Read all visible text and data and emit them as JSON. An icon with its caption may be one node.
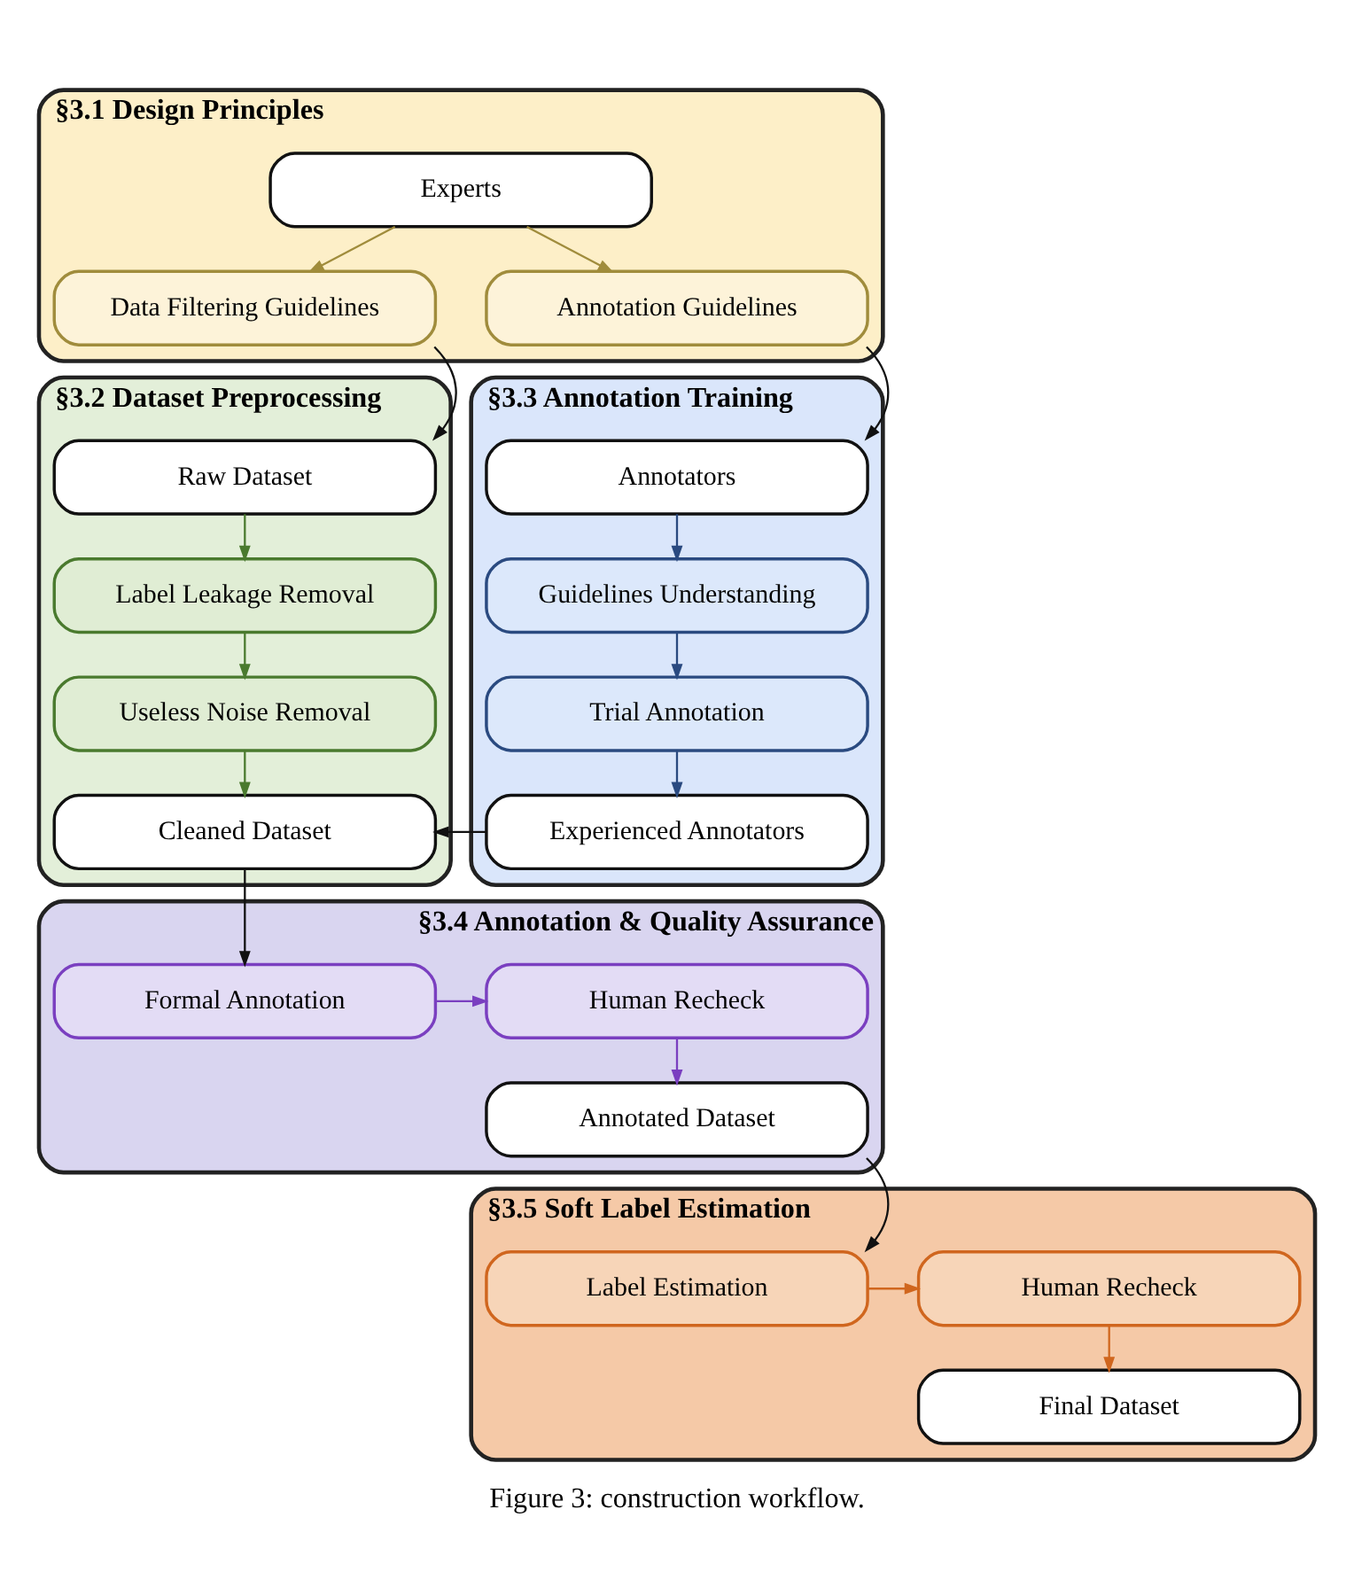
{
  "diagram": {
    "caption": "Figure 3: construction workflow.",
    "nodes": [
      {
        "text": [
          "§3.1 Design Principles"
        ]
      },
      {
        "text": [
          "Experts"
        ],
        "in": 0
      },
      {
        "text": [
          "Data Filtering Guidelines"
        ],
        "in": 0
      },
      {
        "text": [
          "Annotation Guidelines"
        ],
        "in": 0
      },
      {
        "text": [
          "§3.2 Dataset Preprocessing"
        ]
      },
      {
        "text": [
          "Raw Dataset"
        ],
        "in": 4
      },
      {
        "text": [
          "Label Leakage Removal"
        ],
        "in": 4
      },
      {
        "text": [
          "Useless Noise Removal"
        ],
        "in": 4
      },
      {
        "text": [
          "Cleaned Dataset"
        ],
        "in": 4
      },
      {
        "text": [
          "§3.3 Annotation Training"
        ]
      },
      {
        "text": [
          "Annotators"
        ],
        "in": 9
      },
      {
        "text": [
          "Guidelines Understanding"
        ],
        "in": 9
      },
      {
        "text": [
          "Trial Annotation"
        ],
        "in": 9
      },
      {
        "text": [
          "Experienced Annotators"
        ],
        "in": 9
      },
      {
        "text": [
          "§3.4 Annotation & Quality Assurance"
        ]
      },
      {
        "text": [
          "Formal Annotation"
        ],
        "in": 14
      },
      {
        "text": [
          "Human Recheck"
        ],
        "in": 14
      },
      {
        "text": [
          "Annotated Dataset"
        ],
        "in": 14
      },
      {
        "text": [
          "§3.5 Soft Label Estimation"
        ]
      },
      {
        "text": [
          "Label Estimation"
        ],
        "in": 18
      },
      {
        "text": [
          "Human Recheck"
        ],
        "in": 18
      },
      {
        "text": [
          "Final Dataset"
        ],
        "in": 18
      }
    ],
    "edges": [
      {
        "from": 1,
        "to": 2,
        "arrow": "to",
        "color": "#a08c3c"
      },
      {
        "from": 1,
        "to": 3,
        "arrow": "to",
        "color": "#a08c3c"
      },
      {
        "from": 2,
        "to": 5,
        "arrow": "to"
      },
      {
        "from": 3,
        "to": 10,
        "arrow": "to"
      },
      {
        "from": 5,
        "to": 6,
        "arrow": "to",
        "color": "#4a7a2e"
      },
      {
        "from": 6,
        "to": 7,
        "arrow": "to",
        "color": "#4a7a2e"
      },
      {
        "from": 7,
        "to": 8,
        "arrow": "to",
        "color": "#4a7a2e"
      },
      {
        "from": 10,
        "to": 11,
        "arrow": "to",
        "color": "#2a4a80"
      },
      {
        "from": 11,
        "to": 12,
        "arrow": "to",
        "color": "#2a4a80"
      },
      {
        "from": 12,
        "to": 13,
        "arrow": "to",
        "color": "#2a4a80"
      },
      {
        "from": 13,
        "to": 8,
        "arrow": "to"
      },
      {
        "from": 8,
        "to": 15,
        "arrow": "to"
      },
      {
        "from": 15,
        "to": 16,
        "arrow": "to",
        "color": "#7a3fc0"
      },
      {
        "from": 16,
        "to": 17,
        "arrow": "to",
        "color": "#7a3fc0"
      },
      {
        "from": 17,
        "to": 19,
        "arrow": "to"
      },
      {
        "from": 19,
        "to": 20,
        "arrow": "to",
        "color": "#d0661e"
      },
      {
        "from": 20,
        "to": 21,
        "arrow": "to",
        "color": "#d0661e"
      }
    ]
  }
}
